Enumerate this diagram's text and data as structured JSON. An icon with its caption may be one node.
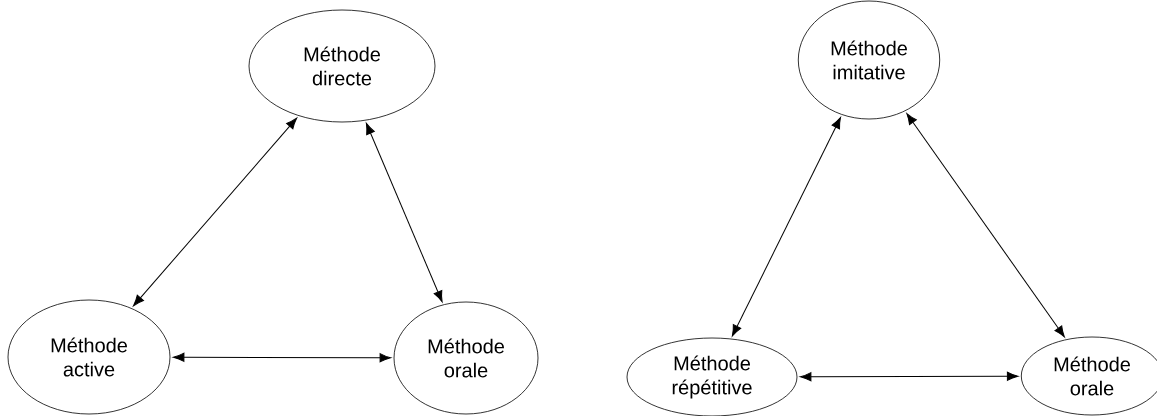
{
  "diagram": {
    "nodes": [
      {
        "text": [
          "Méthode directe"
        ]
      },
      {
        "text": [
          "Méthode active"
        ]
      },
      {
        "text": [
          "Méthode orale"
        ]
      },
      {
        "text": [
          "Méthode imitative"
        ]
      },
      {
        "text": [
          "Méthode répétitive"
        ]
      },
      {
        "text": [
          "Méthode orale"
        ]
      }
    ],
    "edges": [
      {
        "from": 0,
        "to": 1,
        "arrow": "both"
      },
      {
        "from": 0,
        "to": 2,
        "arrow": "both"
      },
      {
        "from": 1,
        "to": 2,
        "arrow": "both"
      },
      {
        "from": 3,
        "to": 4,
        "arrow": "both"
      },
      {
        "from": 3,
        "to": 5,
        "arrow": "both"
      },
      {
        "from": 4,
        "to": 5,
        "arrow": "both"
      }
    ]
  }
}
